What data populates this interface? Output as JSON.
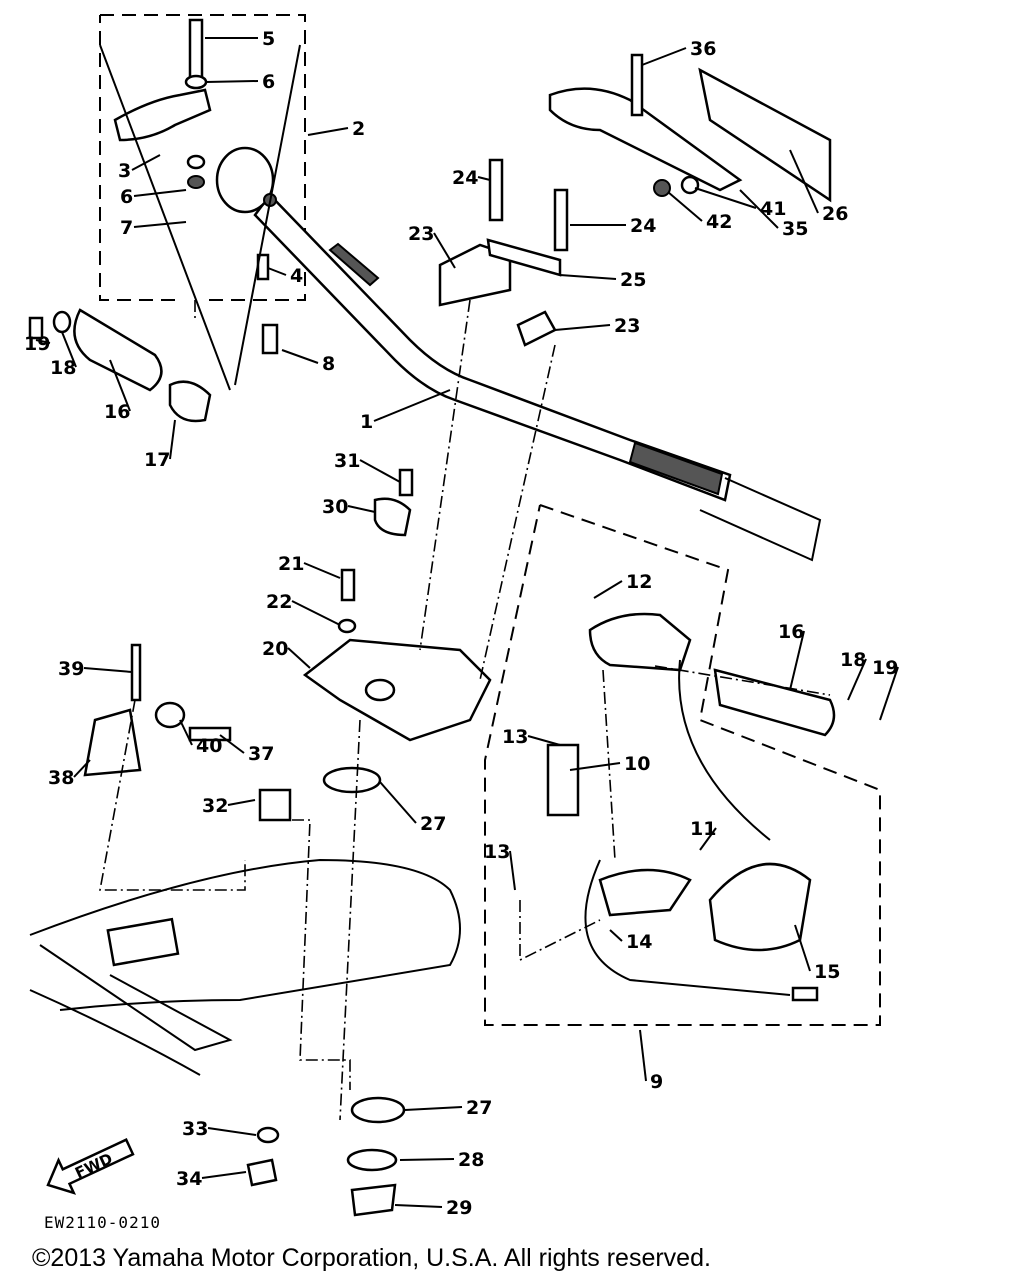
{
  "diagram": {
    "title_code": "EW2110-0210",
    "fwd_label": "FWD",
    "callouts": [
      "5",
      "6",
      "2",
      "3",
      "6",
      "7",
      "4",
      "19",
      "18",
      "16",
      "17",
      "8",
      "36",
      "26",
      "35",
      "41",
      "42",
      "24",
      "24",
      "23",
      "25",
      "23",
      "1",
      "31",
      "30",
      "21",
      "22",
      "20",
      "39",
      "37",
      "40",
      "38",
      "32",
      "27",
      "12",
      "16",
      "18",
      "19",
      "10",
      "13",
      "11",
      "13",
      "14",
      "15",
      "9",
      "27",
      "28",
      "29",
      "33",
      "34"
    ]
  },
  "footer": {
    "copyright": "©2013 Yamaha Motor Corporation, U.S.A. All rights reserved."
  }
}
